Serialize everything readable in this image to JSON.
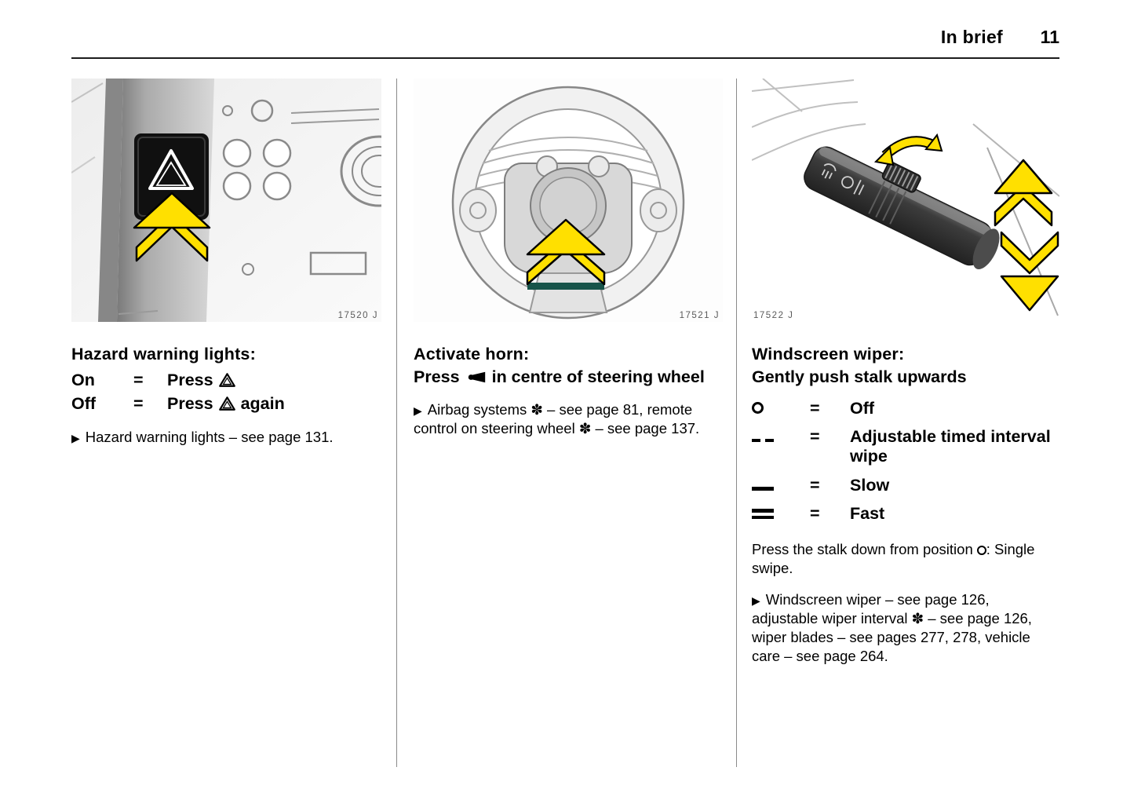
{
  "header": {
    "section": "In brief",
    "page_number": "11"
  },
  "hazard": {
    "figure_label": "17520 J",
    "title": "Hazard warning lights:",
    "on_term": "On",
    "on_eq": "=",
    "on_def": "Press",
    "off_term": "Off",
    "off_eq": "=",
    "off_def": "Press",
    "off_def_suffix": "again",
    "note_marker": "▶",
    "note": "Hazard warning lights – see page 131."
  },
  "horn": {
    "figure_label": "17521 J",
    "title": "Activate horn:",
    "instruction_pre": "Press",
    "instruction_post": "in centre of steering wheel",
    "note_marker": "▶",
    "note": "Airbag systems ✽ – see page 81, remote control on steering wheel ✽ – see page 137."
  },
  "wiper": {
    "figure_label": "17522 J",
    "title": "Windscreen wiper:",
    "instruction": "Gently push stalk upwards",
    "rows": [
      {
        "symbol": "off-circle",
        "eq": "=",
        "def": "Off"
      },
      {
        "symbol": "interval-dashes",
        "eq": "=",
        "def": "Adjustable timed interval wipe"
      },
      {
        "symbol": "slow-bar",
        "eq": "=",
        "def": "Slow"
      },
      {
        "symbol": "fast-double-bar",
        "eq": "=",
        "def": "Fast"
      }
    ],
    "swipe_pre": "Press the stalk down from position",
    "swipe_post": ": Single swipe.",
    "note_marker": "▶",
    "note": "Windscreen wiper – see page 126, adjustable wiper interval ✽ – see page 126, wiper blades – see pages 277, 278, vehicle care – see page 264."
  },
  "colors": {
    "accent_yellow": "#ffe000",
    "teal_bar": "#17544a"
  }
}
